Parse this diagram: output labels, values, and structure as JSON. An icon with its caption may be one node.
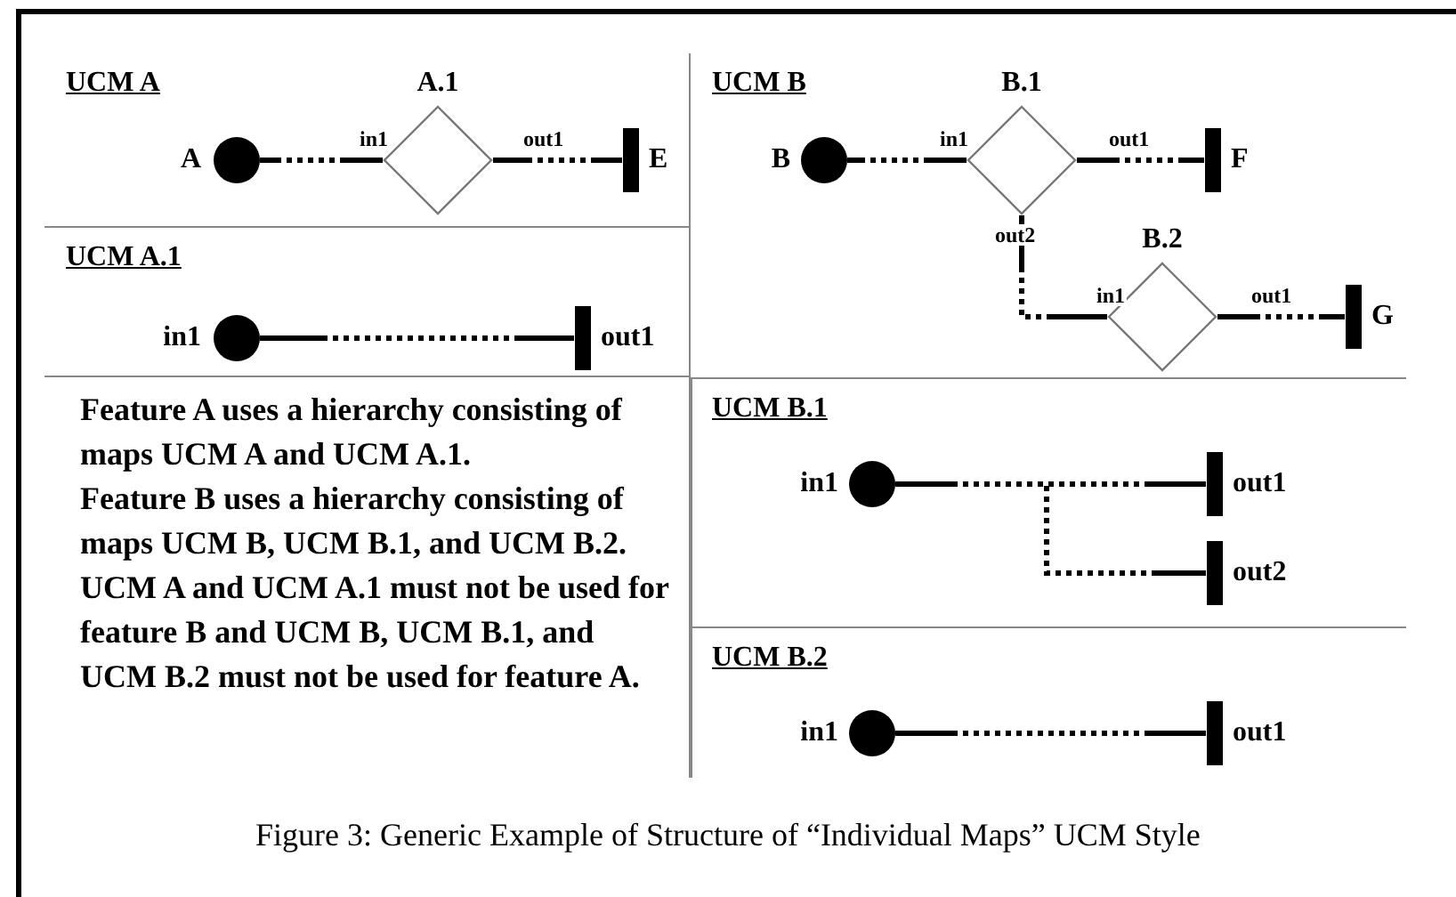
{
  "diagram": {
    "caption": "Figure 3: Generic Example of Structure of “Individual Maps” UCM Style",
    "nodes": [
      {
        "text": [
          "UCM A"
        ]
      },
      {
        "text": [],
        "shape": "circle",
        "beside": [
          "A"
        ],
        "in": 0
      },
      {
        "text": [],
        "shape": "diamond",
        "beside": [
          "A.1"
        ],
        "in": 0
      },
      {
        "text": [],
        "shape": "bar",
        "beside": [
          "E"
        ],
        "in": 0
      },
      {
        "text": [
          "UCM A.1"
        ]
      },
      {
        "text": [],
        "shape": "circle",
        "beside": [
          "in1"
        ],
        "in": 4
      },
      {
        "text": [],
        "shape": "bar",
        "beside": [
          "out1"
        ],
        "in": 4
      },
      {
        "text": [
          "UCM B"
        ]
      },
      {
        "text": [],
        "shape": "circle",
        "beside": [
          "B"
        ],
        "in": 7
      },
      {
        "text": [],
        "shape": "diamond",
        "beside": [
          "B.1"
        ],
        "in": 7
      },
      {
        "text": [],
        "shape": "bar",
        "beside": [
          "F"
        ],
        "in": 7
      },
      {
        "text": [],
        "shape": "diamond",
        "beside": [
          "B.2"
        ],
        "in": 7
      },
      {
        "text": [],
        "shape": "bar",
        "beside": [
          "G"
        ],
        "in": 7
      },
      {
        "text": [
          "UCM B.1"
        ]
      },
      {
        "text": [],
        "shape": "circle",
        "beside": [
          "in1"
        ],
        "in": 13
      },
      {
        "text": [],
        "shape": "bar",
        "beside": [
          "out1"
        ],
        "in": 13
      },
      {
        "text": [],
        "shape": "bar",
        "beside": [
          "out2"
        ],
        "in": 13
      },
      {
        "text": [
          "UCM B.2"
        ]
      },
      {
        "text": [],
        "shape": "circle",
        "beside": [
          "in1"
        ],
        "in": 17
      },
      {
        "text": [],
        "shape": "bar",
        "beside": [
          "out1"
        ],
        "in": 17
      }
    ],
    "edges": [
      {
        "from": 1,
        "to": 2,
        "arrow": "none",
        "label": "in1",
        "style": "dashed"
      },
      {
        "from": 2,
        "to": 3,
        "arrow": "none",
        "label": "out1",
        "style": "dashed"
      },
      {
        "from": 5,
        "to": 6,
        "arrow": "none",
        "style": "dashed"
      },
      {
        "from": 8,
        "to": 9,
        "arrow": "none",
        "label": "in1",
        "style": "dashed"
      },
      {
        "from": 9,
        "to": 10,
        "arrow": "none",
        "label": "out1",
        "style": "dashed"
      },
      {
        "from": 9,
        "to": 11,
        "arrow": "none",
        "label": "out2",
        "style": "dashed"
      },
      {
        "from": 11,
        "to": 12,
        "arrow": "none",
        "label": "out1",
        "style": "dashed"
      },
      {
        "from": 14,
        "to": 15,
        "arrow": "none",
        "style": "dashed"
      },
      {
        "from": 14,
        "to": 16,
        "arrow": "none",
        "style": "dashed"
      },
      {
        "from": 18,
        "to": 19,
        "arrow": "none",
        "style": "dashed"
      }
    ],
    "labels": [
      "in1",
      "Feature A uses a hierarchy consisting of maps UCM A and UCM A.1.",
      "Feature B uses a hierarchy consisting of maps UCM B, UCM B.1, and UCM B.2.",
      "UCM A and UCM A.1 must not be used for feature B and UCM B, UCM B.1, and UCM B.2 must not be used for feature A."
    ]
  }
}
